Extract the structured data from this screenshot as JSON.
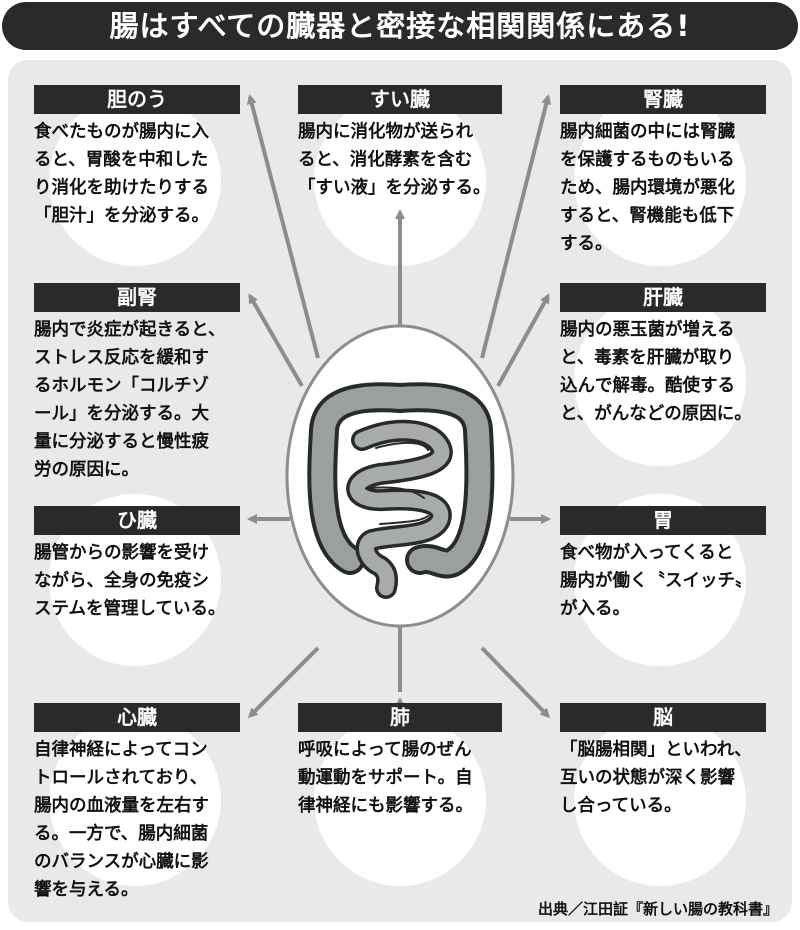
{
  "title": "腸はすべての臓器と密接な相関関係にある!",
  "organs": [
    {
      "name": "胆のう",
      "text": "食べたものが腸内に入\nると、胃酸を中和した\nり消化を助けたりする\n「胆汁」を分泌する。"
    },
    {
      "name": "すい臓",
      "text": "腸内に消化物が送られ\nると、消化酵素を含む\n「すい液」を分泌する。"
    },
    {
      "name": "腎臓",
      "text": "腸内細菌の中には腎臓\nを保護するものもいる\nため、腸内環境が悪化\nすると、腎機能も低下\nする。"
    },
    {
      "name": "副腎",
      "text": "腸内で炎症が起きると、\nストレス反応を緩和す\nるホルモン「コルチゾ\nール」を分泌する。大\n量に分泌すると慢性疲\n労の原因に。"
    },
    {
      "name": "肝臓",
      "text": "腸内の悪玉菌が増える\nと、毒素を肝臓が取り\n込んで解毒。酷使する\nと、がんなどの原因に。"
    },
    {
      "name": "ひ臓",
      "text": "腸管からの影響を受け\nながら、全身の免疫シ\nステムを管理している。"
    },
    {
      "name": "胃",
      "text": "食べ物が入ってくると\n腸内が働く〝スイッチ〟\nが入る。"
    },
    {
      "name": "心臓",
      "text": "自律神経によってコン\nトロールされており、\n腸内の血液量を左右す\nる。一方で、腸内細菌\nのバランスが心臓に影\n響を与える。"
    },
    {
      "name": "肺",
      "text": "呼吸によって腸のぜん\n動運動をサポート。自\n律神経にも影響する。"
    },
    {
      "name": "脳",
      "text": "「脳腸相関」といわれ、\n互いの状態が深く影響\nし合っている。"
    }
  ],
  "credit": "出典／江田証『新しい腸の教科書』",
  "icons": {
    "center": "intestine-icon"
  }
}
